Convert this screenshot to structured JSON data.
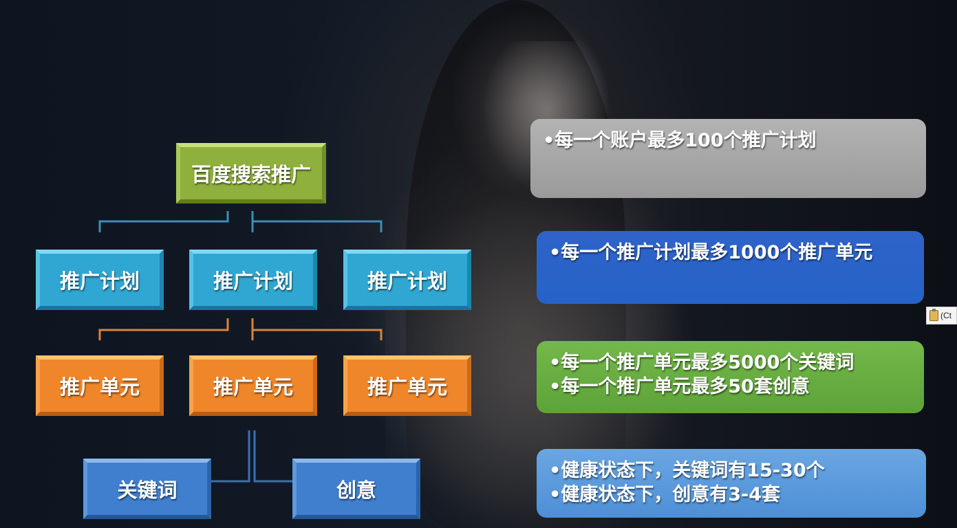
{
  "diagram": {
    "root": {
      "label": "百度搜索推广"
    },
    "plans": [
      {
        "label": "推广计划"
      },
      {
        "label": "推广计划"
      },
      {
        "label": "推广计划"
      }
    ],
    "units": [
      {
        "label": "推广单元"
      },
      {
        "label": "推广单元"
      },
      {
        "label": "推广单元"
      }
    ],
    "leaves": [
      {
        "label": "关键词"
      },
      {
        "label": "创意"
      }
    ]
  },
  "panels": [
    {
      "lines": [
        "•每一个账户最多100个推广计划"
      ]
    },
    {
      "lines": [
        "•每一个推广计划最多1000个推广单元"
      ]
    },
    {
      "lines": [
        "•每一个推广单元最多5000个关键词",
        "•每一个推广单元最多50套创意"
      ]
    },
    {
      "lines": [
        "•健康状态下，关键词有15-30个",
        "•健康状态下，创意有3-4套"
      ]
    }
  ],
  "paste_options": {
    "label": "(Ct",
    "icon": "clipboard-icon"
  },
  "colors": {
    "root": "#8fb03c",
    "plan": "#2fa7d2",
    "unit": "#f0862a",
    "leaf": "#3f7fcd",
    "connector_plan": "#3a8fb5",
    "connector_unit": "#d9843a"
  }
}
